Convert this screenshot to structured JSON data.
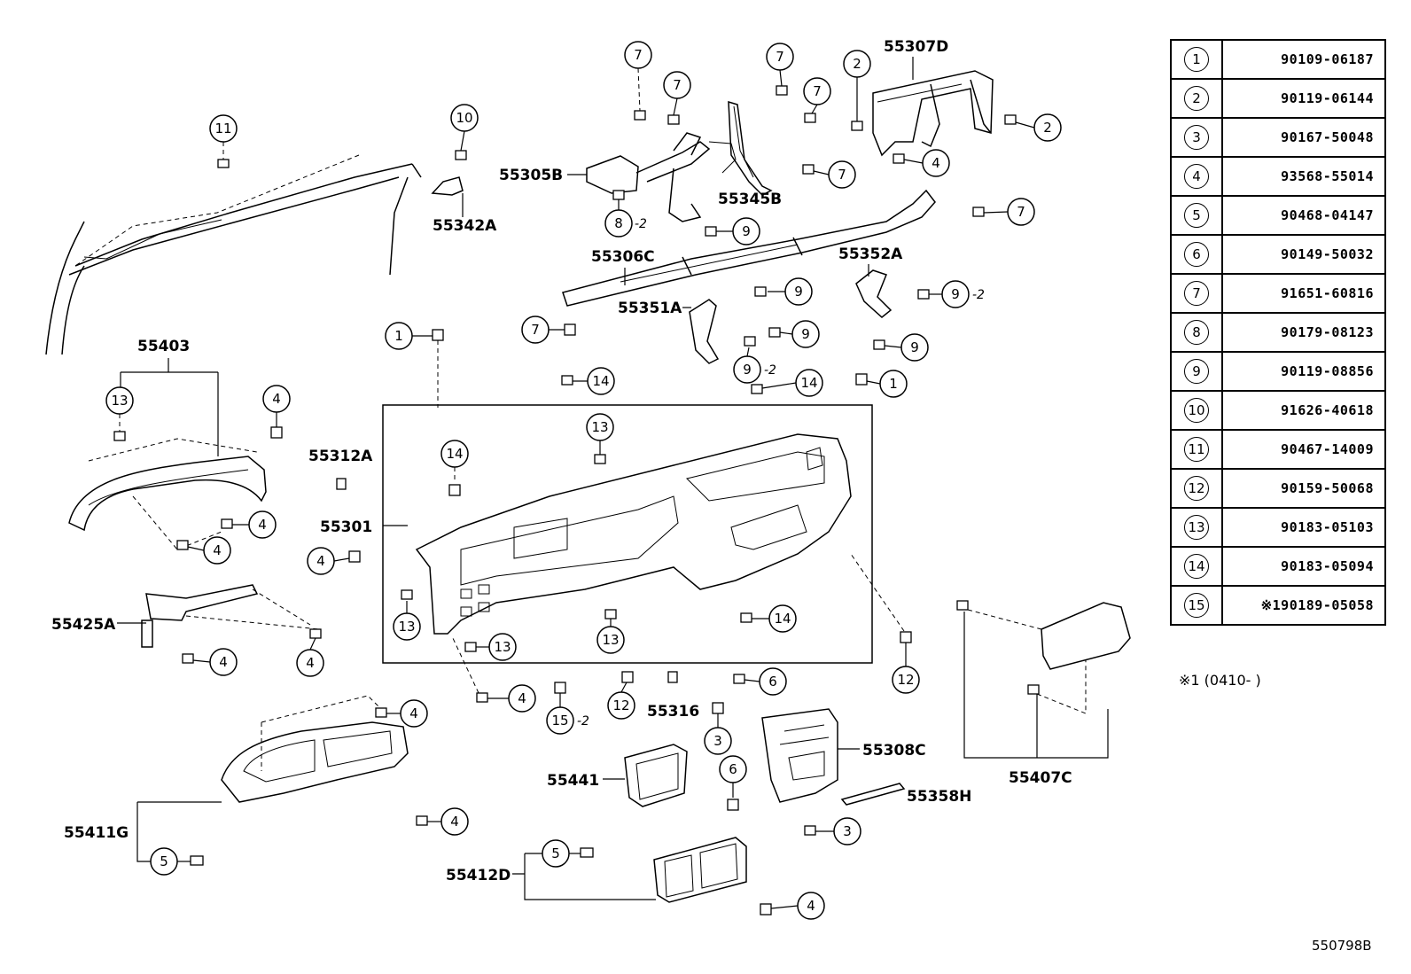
{
  "labels": {
    "l55307D": "55307D",
    "l55305B": "55305B",
    "l55345B": "55345B",
    "l55342A": "55342A",
    "l55306C": "55306C",
    "l55352A": "55352A",
    "l55351A": "55351A",
    "l55403": "55403",
    "l55312A": "55312A",
    "l55301": "55301",
    "l55425A": "55425A",
    "l55316": "55316",
    "l55308C": "55308C",
    "l55441": "55441",
    "l55358H": "55358H",
    "l55407C": "55407C",
    "l55411G": "55411G",
    "l55412D": "55412D"
  },
  "qty": {
    "two": "-2"
  },
  "legend": [
    {
      "num": "1",
      "part": "90109-06187"
    },
    {
      "num": "2",
      "part": "90119-06144"
    },
    {
      "num": "3",
      "part": "90167-50048"
    },
    {
      "num": "4",
      "part": "93568-55014"
    },
    {
      "num": "5",
      "part": "90468-04147"
    },
    {
      "num": "6",
      "part": "90149-50032"
    },
    {
      "num": "7",
      "part": "91651-60816"
    },
    {
      "num": "8",
      "part": "90179-08123"
    },
    {
      "num": "9",
      "part": "90119-08856"
    },
    {
      "num": "10",
      "part": "91626-40618"
    },
    {
      "num": "11",
      "part": "90467-14009"
    },
    {
      "num": "12",
      "part": "90159-50068"
    },
    {
      "num": "13",
      "part": "90183-05103"
    },
    {
      "num": "14",
      "part": "90183-05094"
    },
    {
      "num": "15",
      "part": "※190189-05058"
    }
  ],
  "footnote": "※1 (0410-      )",
  "image_code": "550798B"
}
